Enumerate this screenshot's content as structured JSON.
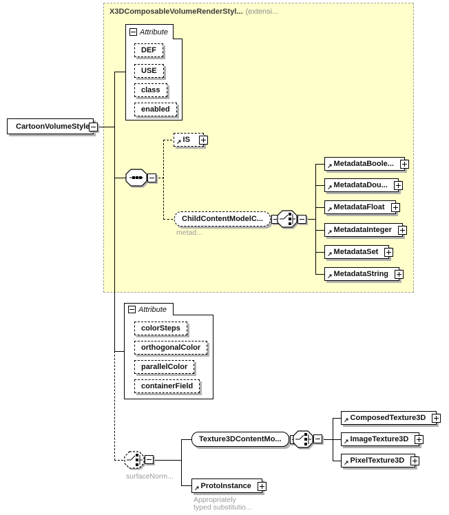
{
  "header": {
    "base_type": "X3DComposableVolumeRenderStyl...",
    "qualifier": "(extensi..."
  },
  "root_element": {
    "label": "CartoonVolumeStyle"
  },
  "inherited_attributes": {
    "title": "Attribute",
    "items": [
      "DEF",
      "USE",
      "class",
      "enabled"
    ]
  },
  "is_element": {
    "label": "IS"
  },
  "child_content_group": {
    "label": "ChildContentModelC...",
    "annotation": "metad..."
  },
  "metadata_elements": {
    "items": [
      "MetadataBoole...",
      "MetadataDou...",
      "MetadataFloat",
      "MetadataInteger",
      "MetadataSet",
      "MetadataString"
    ]
  },
  "own_attributes": {
    "title": "Attribute",
    "items": [
      "colorSteps",
      "orthogonalColor",
      "parallelColor",
      "containerField"
    ]
  },
  "surface_normals_group": {
    "annotation": "surfaceNorm..."
  },
  "texture_content_group": {
    "label": "Texture3DContentMo..."
  },
  "texture_elements": {
    "items": [
      "ComposedTexture3D",
      "ImageTexture3D",
      "PixelTexture3D"
    ]
  },
  "proto_instance": {
    "label": "ProtoInstance",
    "annotation": [
      "Appropriately",
      "typed substitutio..."
    ]
  },
  "icons": {
    "ref_arrow": "↗"
  },
  "colors": {
    "extension_fill": "#ffffcb",
    "extension_border": "#9b9b9b",
    "box_shadow": "#b2b2b2",
    "annotation_text": "#9a9a9a"
  }
}
